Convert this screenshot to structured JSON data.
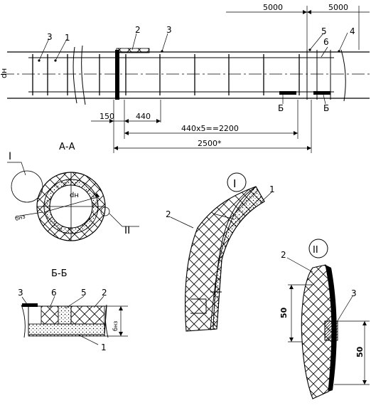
{
  "title": "",
  "callouts": {
    "n1": "1",
    "n2": "2",
    "n3": "3",
    "n4": "4",
    "n5": "5",
    "n6": "6"
  },
  "dimensions": {
    "d5000_left": "5000",
    "d5000_right": "5000",
    "d150": "150",
    "d440": "440",
    "d440x5": "440x5==2200",
    "d2500": "2500*",
    "d50_left": "50",
    "d50_right": "50"
  },
  "labels": {
    "dn_vertical": "dн",
    "dn_circle": "dн",
    "b_iz": "бнз",
    "b_iz_section": "бнз",
    "section_AA": "А-А",
    "section_BB": "Б-Б",
    "cut_b1": "Б",
    "cut_b2": "Б",
    "roman_I": "I",
    "roman_II": "II",
    "detail_I": "I",
    "detail_II": "II"
  },
  "colors": {
    "ink": "#000000",
    "paper": "#ffffff"
  }
}
